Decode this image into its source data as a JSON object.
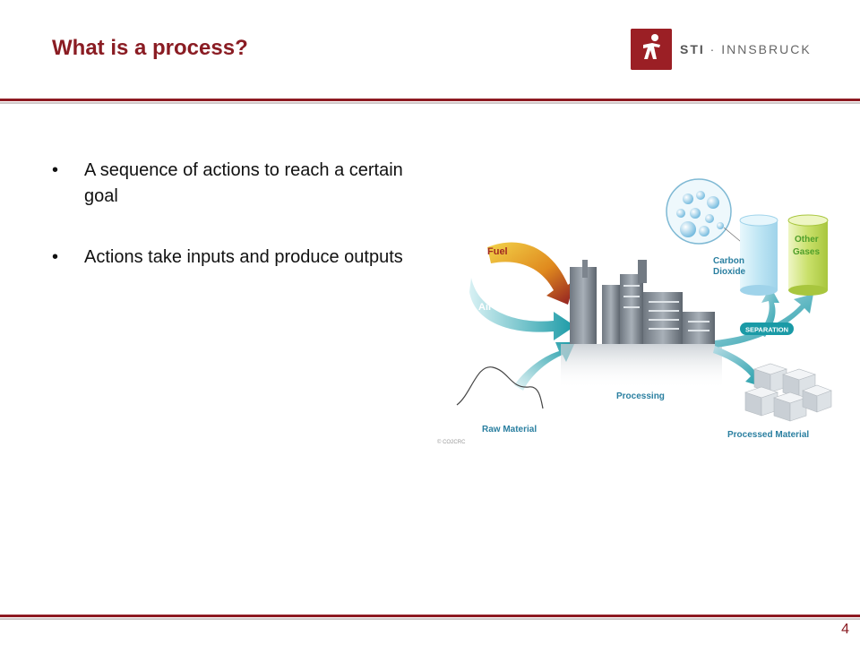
{
  "slide": {
    "title": "What is a process?",
    "page_number": "4"
  },
  "logo": {
    "brand": "STI",
    "separator": "·",
    "name": "INNSBRUCK",
    "icon": "sti-logo-icon"
  },
  "bullets": [
    {
      "marker": "•",
      "text": "A sequence of actions to reach a certain goal"
    },
    {
      "marker": "•",
      "text": "Actions take inputs and produce outputs"
    }
  ],
  "diagram": {
    "labels": {
      "fuel": "Fuel",
      "air": "Air",
      "raw_material": "Raw Material",
      "processing": "Processing",
      "separation": "SEPARATION",
      "carbon_dioxide_1": "Carbon",
      "carbon_dioxide_2": "Dioxide",
      "other_gases_1": "Other",
      "other_gases_2": "Gases",
      "processed_material": "Processed Material",
      "copyright": "© CO2CRC"
    },
    "colors": {
      "fuel_arrow": "#d9a21b",
      "fuel_arrow_end": "#8e1a22",
      "air_arrow": "#1a9aa6",
      "label_teal": "#2a7fa0",
      "label_green": "#4f9f2a",
      "cylinder_blue": "#bfe6f4",
      "cylinder_green": "#c9e06a"
    }
  }
}
